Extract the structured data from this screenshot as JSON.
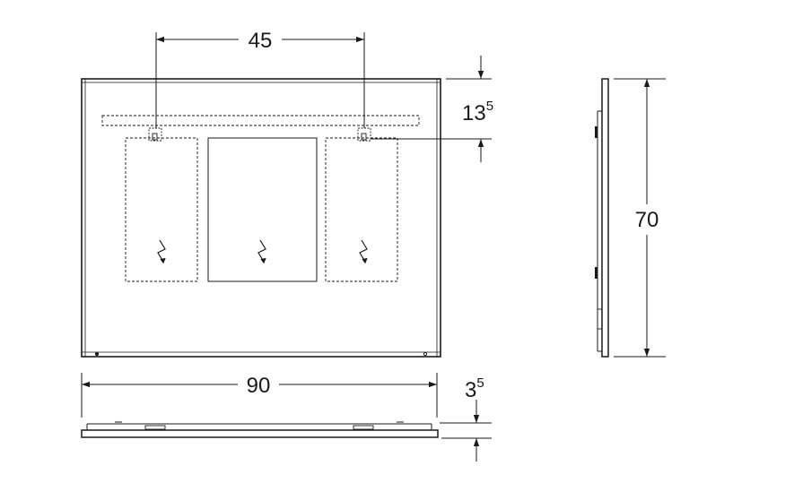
{
  "dimensions": {
    "hook_spacing": "45",
    "hook_offset_main": "13",
    "hook_offset_sup": "5",
    "width": "90",
    "height": "70",
    "depth_main": "3",
    "depth_sup": "5"
  },
  "colors": {
    "line": "#1a1a1a",
    "hidden_line": "#555555"
  },
  "icons": [
    "electrical-symbol-icon"
  ]
}
